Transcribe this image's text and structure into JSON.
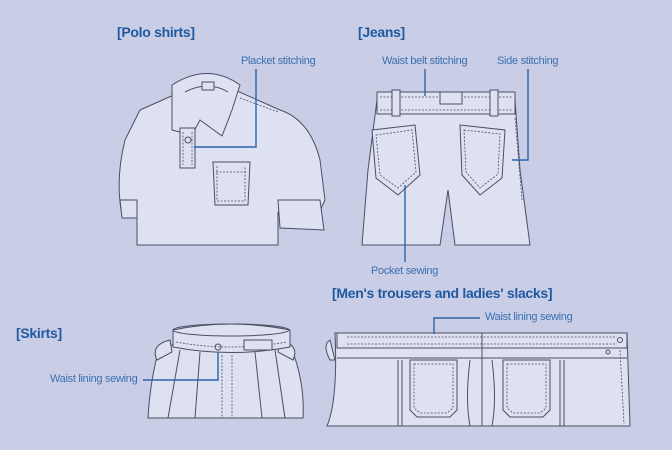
{
  "sections": {
    "polo": {
      "title": "[Polo shirts]",
      "label": "Placket stitching"
    },
    "jeans": {
      "title": "[Jeans]",
      "labels": [
        "Waist belt stitching",
        "Side stitching",
        "Pocket sewing"
      ]
    },
    "trousers": {
      "title": "[Men's trousers and ladies' slacks]",
      "label": "Waist lining sewing"
    },
    "skirts": {
      "title": "[Skirts]",
      "label": "Waist lining sewing"
    }
  },
  "colors": {
    "background": "#c9cde6",
    "heading": "#1f5aa0",
    "label": "#3a70b0",
    "garment": "#dde1f2"
  }
}
